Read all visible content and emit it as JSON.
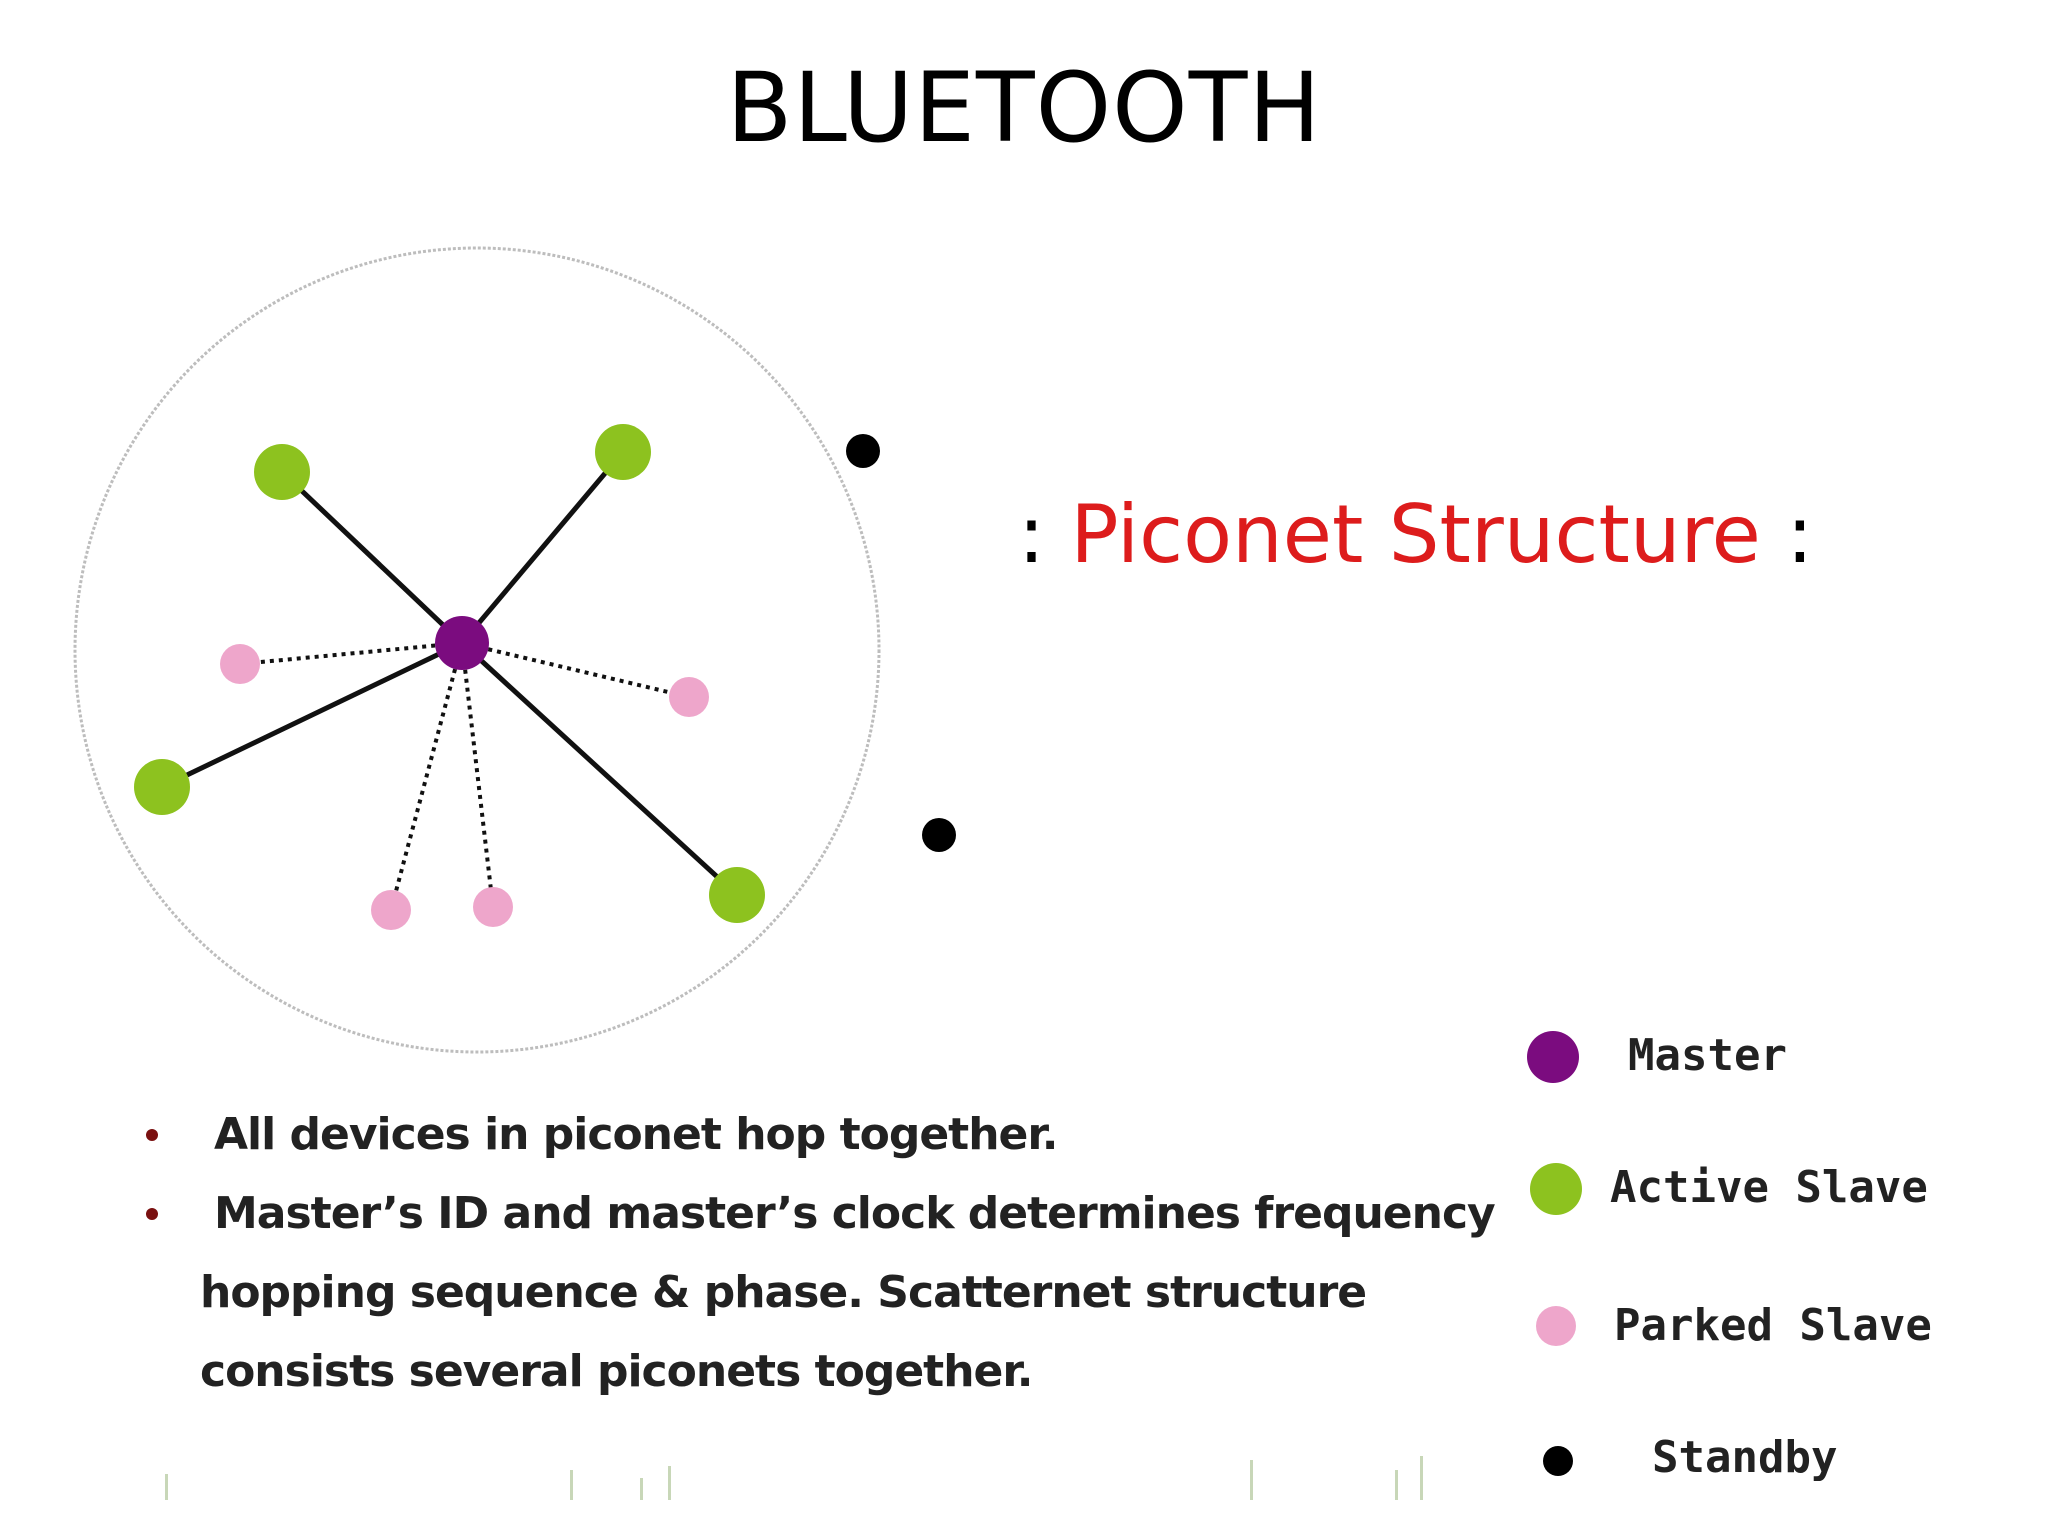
{
  "title": "BLUETOOTH",
  "heading": {
    "prefix": ": ",
    "text": "Piconet Structure",
    "suffix": " :",
    "color": "#dd1c1c"
  },
  "bullets": [
    {
      "line1": "All devices in piconet hop together.",
      "cont": ""
    },
    {
      "line1": "Master’s ID and master’s clock determines frequency",
      "cont": "hopping  sequence & phase. Scatternet structure consists several piconets together."
    }
  ],
  "legend": {
    "master": "Master",
    "active": "Active Slave",
    "parked": "Parked Slave",
    "standby": "Standby"
  },
  "colors": {
    "master": "#7b0c7f",
    "active": "#8dc21f",
    "parked": "#eea6cb",
    "standby": "#000000"
  }
}
